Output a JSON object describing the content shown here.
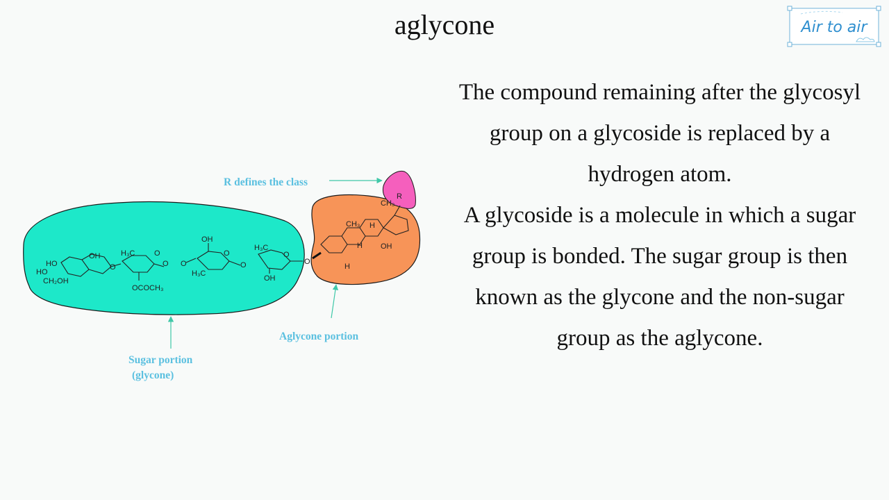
{
  "title": "aglycone",
  "definition": {
    "paragraph1": "The compound remaining after the glycosyl group on a glycoside is replaced by a hydrogen atom.",
    "paragraph2": "A glycoside is a molecule in which a sugar group is bonded. The sugar group is then known as the glycone and the non-sugar group as the aglycone."
  },
  "logo": {
    "text": "Air to air"
  },
  "diagram": {
    "labels": {
      "r_class": "R defines the class",
      "aglycone": "Aglycone portion",
      "sugar_line1": "Sugar portion",
      "sugar_line2": "(glycone)"
    },
    "atoms": {
      "ho1": "HO",
      "ho2": "HO",
      "ch2oh": "CH₂OH",
      "oh1": "OH",
      "h3c1": "H₃C",
      "ococh3": "OCOCH₃",
      "oh2": "OH",
      "h3c2": "H₃C",
      "h3c3": "H₃C",
      "oh3": "OH",
      "o_link": "O",
      "ch3_1": "CH₃",
      "ch3_2": "CH₃",
      "h1": "H",
      "h2": "H",
      "h3": "H",
      "oh4": "OH",
      "r": "R"
    },
    "colors": {
      "sugar_blob": "#1de8c9",
      "aglycone_blob": "#f79458",
      "r_blob": "#f55fbd",
      "label": "#5bc0e0",
      "arrow": "#3fc8a8"
    }
  }
}
